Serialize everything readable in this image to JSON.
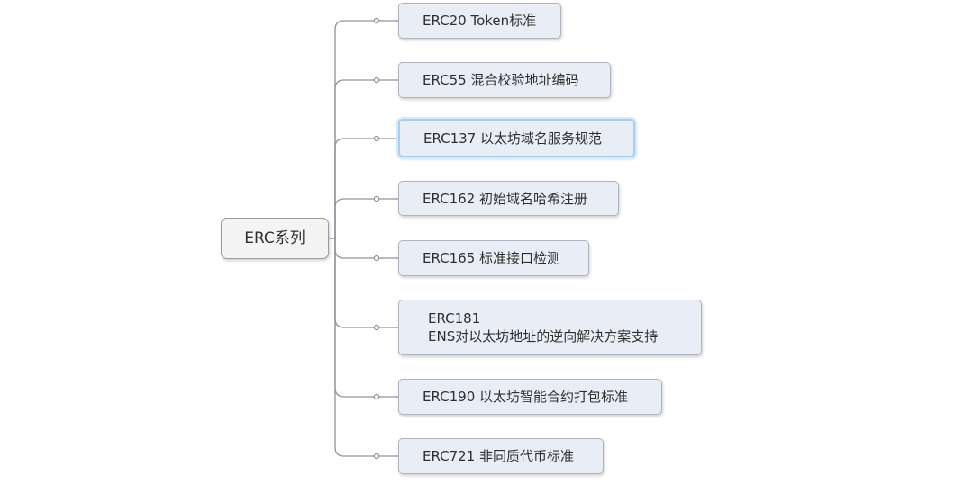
{
  "root": {
    "label": "ERC系列"
  },
  "children": [
    {
      "label": "ERC20 Token标准"
    },
    {
      "label": "ERC55 混合校验地址编码"
    },
    {
      "label": "ERC137 以太坊域名服务规范",
      "selected": true
    },
    {
      "label": "ERC162 初始域名哈希注册"
    },
    {
      "label": "ERC165 标准接口检测"
    },
    {
      "line1": "ERC181",
      "line2": "ENS对以太坊地址的逆向解决方案支持"
    },
    {
      "label": "ERC190 以太坊智能合约打包标准"
    },
    {
      "label": "ERC721 非同质代币标准"
    }
  ],
  "colors": {
    "connector": "#8d949c",
    "node_fill": "#e9edf5",
    "root_fill": "#f4f4f4",
    "selection": "#a9cfee"
  }
}
